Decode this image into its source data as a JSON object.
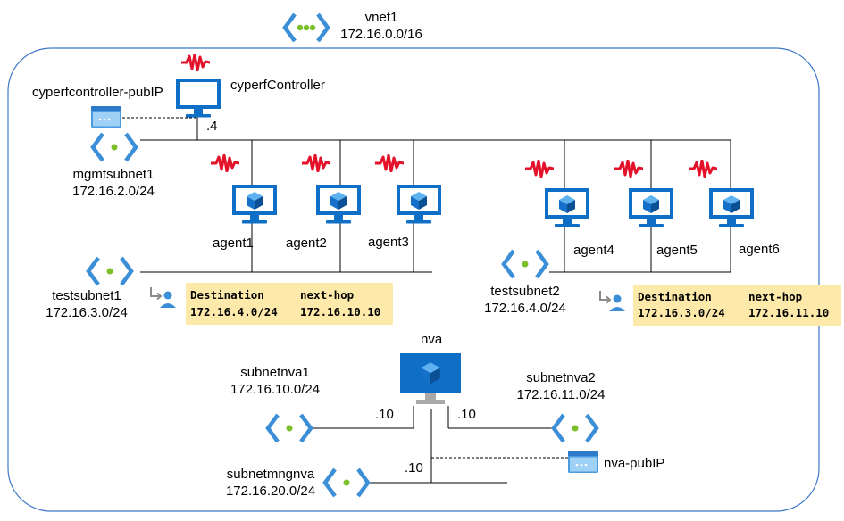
{
  "vnet": {
    "name": "vnet1",
    "cidr": "172.16.0.0/16"
  },
  "controller": {
    "name": "cyperfController",
    "pubip": "cyperfcontroller-pubIP",
    "ip_suffix": ".4"
  },
  "subnets": {
    "mgmt": {
      "name": "mgmtsubnet1",
      "cidr": "172.16.2.0/24"
    },
    "test1": {
      "name": "testsubnet1",
      "cidr": "172.16.3.0/24"
    },
    "test2": {
      "name": "testsubnet2",
      "cidr": "172.16.4.0/24"
    },
    "nva1": {
      "name": "subnetnva1",
      "cidr": "172.16.10.0/24"
    },
    "nva2": {
      "name": "subnetnva2",
      "cidr": "172.16.11.0/24"
    },
    "mng": {
      "name": "subnetmngnva",
      "cidr": "172.16.20.0/24"
    }
  },
  "agents": [
    "agent1",
    "agent2",
    "agent3",
    "agent4",
    "agent5",
    "agent6"
  ],
  "nva": {
    "name": "nva",
    "pubip": "nva-pubIP",
    "ip_left": ".10",
    "ip_right": ".10",
    "ip_mgmt": ".10"
  },
  "route_tables": [
    {
      "headers": [
        "Destination",
        "next-hop"
      ],
      "row": [
        "172.16.4.0/24",
        "172.16.10.10"
      ]
    },
    {
      "headers": [
        "Destination",
        "next-hop"
      ],
      "row": [
        "172.16.3.0/24",
        "172.16.11.10"
      ]
    }
  ],
  "colors": {
    "wave": "#e3122a",
    "monitor": "#0f6fc6",
    "network": "#3c8fd7",
    "dot": "#7bbf2a",
    "table": "#fde9a9",
    "border": "#3c78c8"
  }
}
